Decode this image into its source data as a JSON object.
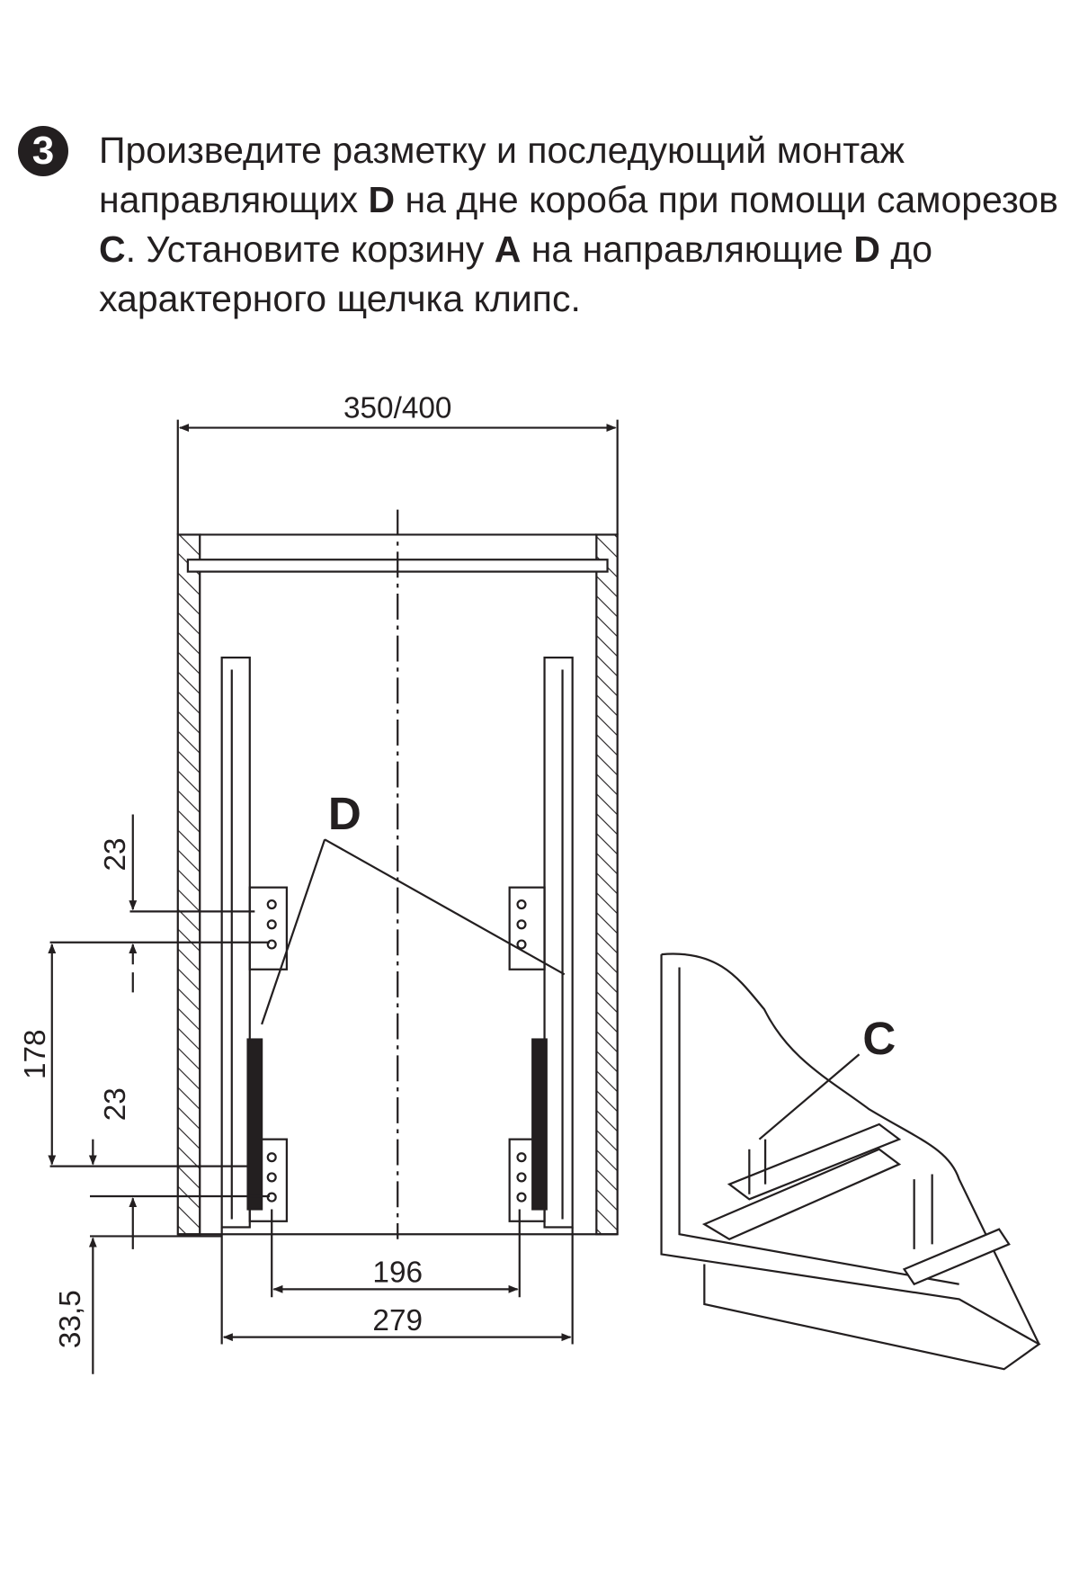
{
  "step_number": "3",
  "instruction": {
    "t1": "Произведите разметку и последующий монтаж направляющих ",
    "b1": "D",
    "t2": " на дне короба при помощи саморезов ",
    "b2": "C",
    "t3": ". Установите корзину ",
    "b3": "A",
    "t4": " на направляющие ",
    "b4": "D",
    "t5": " до характерного щелчка клипс."
  },
  "dimensions": {
    "width": "350/400",
    "top_offset": "23",
    "spacing": "178",
    "bottom_offset": "23",
    "floor_offset": "33,5",
    "inner": "196",
    "outer": "279"
  },
  "labels": {
    "rail": "D",
    "screw": "C"
  }
}
